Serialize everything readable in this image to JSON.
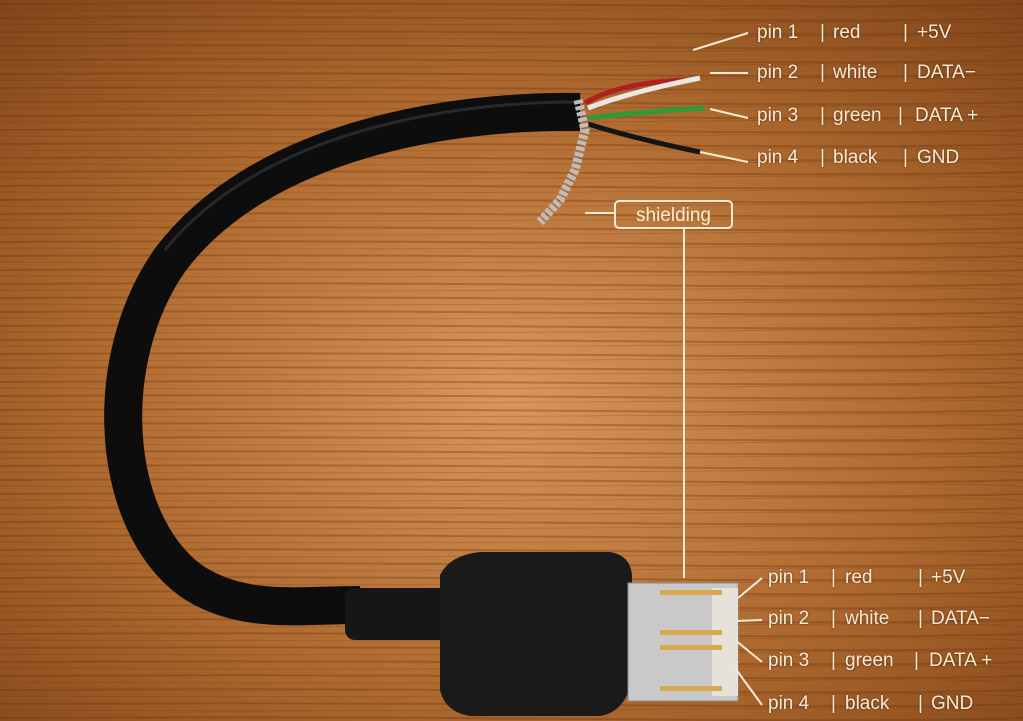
{
  "top_labels": [
    {
      "pin": "pin 1",
      "color": "red",
      "signal": "+5V"
    },
    {
      "pin": "pin 2",
      "color": "white",
      "signal": "DATA−"
    },
    {
      "pin": "pin 3",
      "color": "green",
      "signal": "DATA +"
    },
    {
      "pin": "pin 4",
      "color": "black",
      "signal": "GND"
    }
  ],
  "bottom_labels": [
    {
      "pin": "pin 1",
      "color": "red",
      "signal": "+5V"
    },
    {
      "pin": "pin 2",
      "color": "white",
      "signal": "DATA−"
    },
    {
      "pin": "pin 3",
      "color": "green",
      "signal": "DATA +"
    },
    {
      "pin": "pin 4",
      "color": "black",
      "signal": "GND"
    }
  ],
  "separator": "|",
  "shielding_label": "shielding",
  "colors": {
    "wood": "#a8632a",
    "cable": "#111111",
    "label": "#f6ecd6",
    "wire_red": "#b02020",
    "wire_white": "#e8e8e0",
    "wire_green": "#2f9a3a",
    "wire_black": "#151515"
  }
}
